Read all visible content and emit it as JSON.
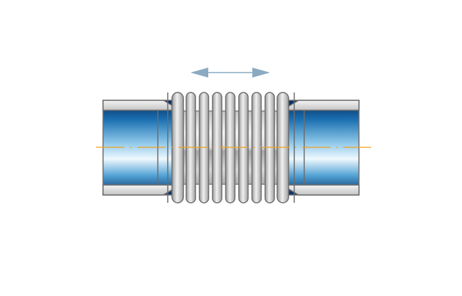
{
  "diagram": {
    "subject": "axial-expansion-joint-bellows",
    "convolution_count": 9,
    "colors": {
      "outline": "#6d6d6d",
      "steel_light": "#eeeeee",
      "steel_dark": "#9a9a9a",
      "pipe_blue_dark": "#062a5e",
      "pipe_blue_mid": "#1a7fc0",
      "pipe_blue_light": "#e8f4fb",
      "centerline": "#f0a020",
      "arrow": "#8aaac2"
    },
    "arrow": "double-headed-horizontal-arrow"
  }
}
